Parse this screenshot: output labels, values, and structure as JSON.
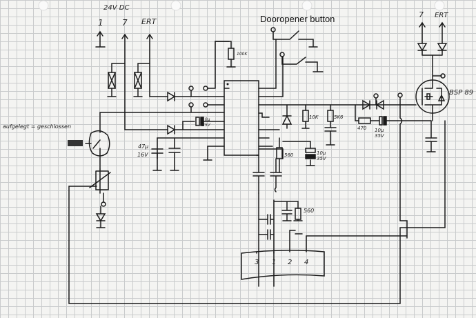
{
  "supply": {
    "label": "24V DC",
    "terminals": [
      "1",
      "7",
      "ERT"
    ]
  },
  "button": {
    "title": "Dooropener button"
  },
  "reed": {
    "note": "aufgelegt = geschlossen"
  },
  "components": {
    "r_top": "100K",
    "c_47": [
      "47µ",
      "16V"
    ],
    "c_10a": [
      "10µ",
      "35V"
    ],
    "r_10k": "10K",
    "r_5k6": "5K6",
    "r_470": "470",
    "c_10b": [
      "10µ",
      "35V"
    ],
    "r_560a": "560",
    "c_10c": [
      "10µ",
      "35V"
    ],
    "r_560b": "560",
    "mosfet": "BSP 89"
  },
  "out_terminals": [
    "7",
    "ERT"
  ],
  "connector": {
    "pins": [
      "3",
      "1",
      "2",
      "4"
    ]
  },
  "colors": {
    "ink": "#1a1a1a",
    "grid": "#c9cbcc",
    "paper": "#f4f4f2"
  }
}
